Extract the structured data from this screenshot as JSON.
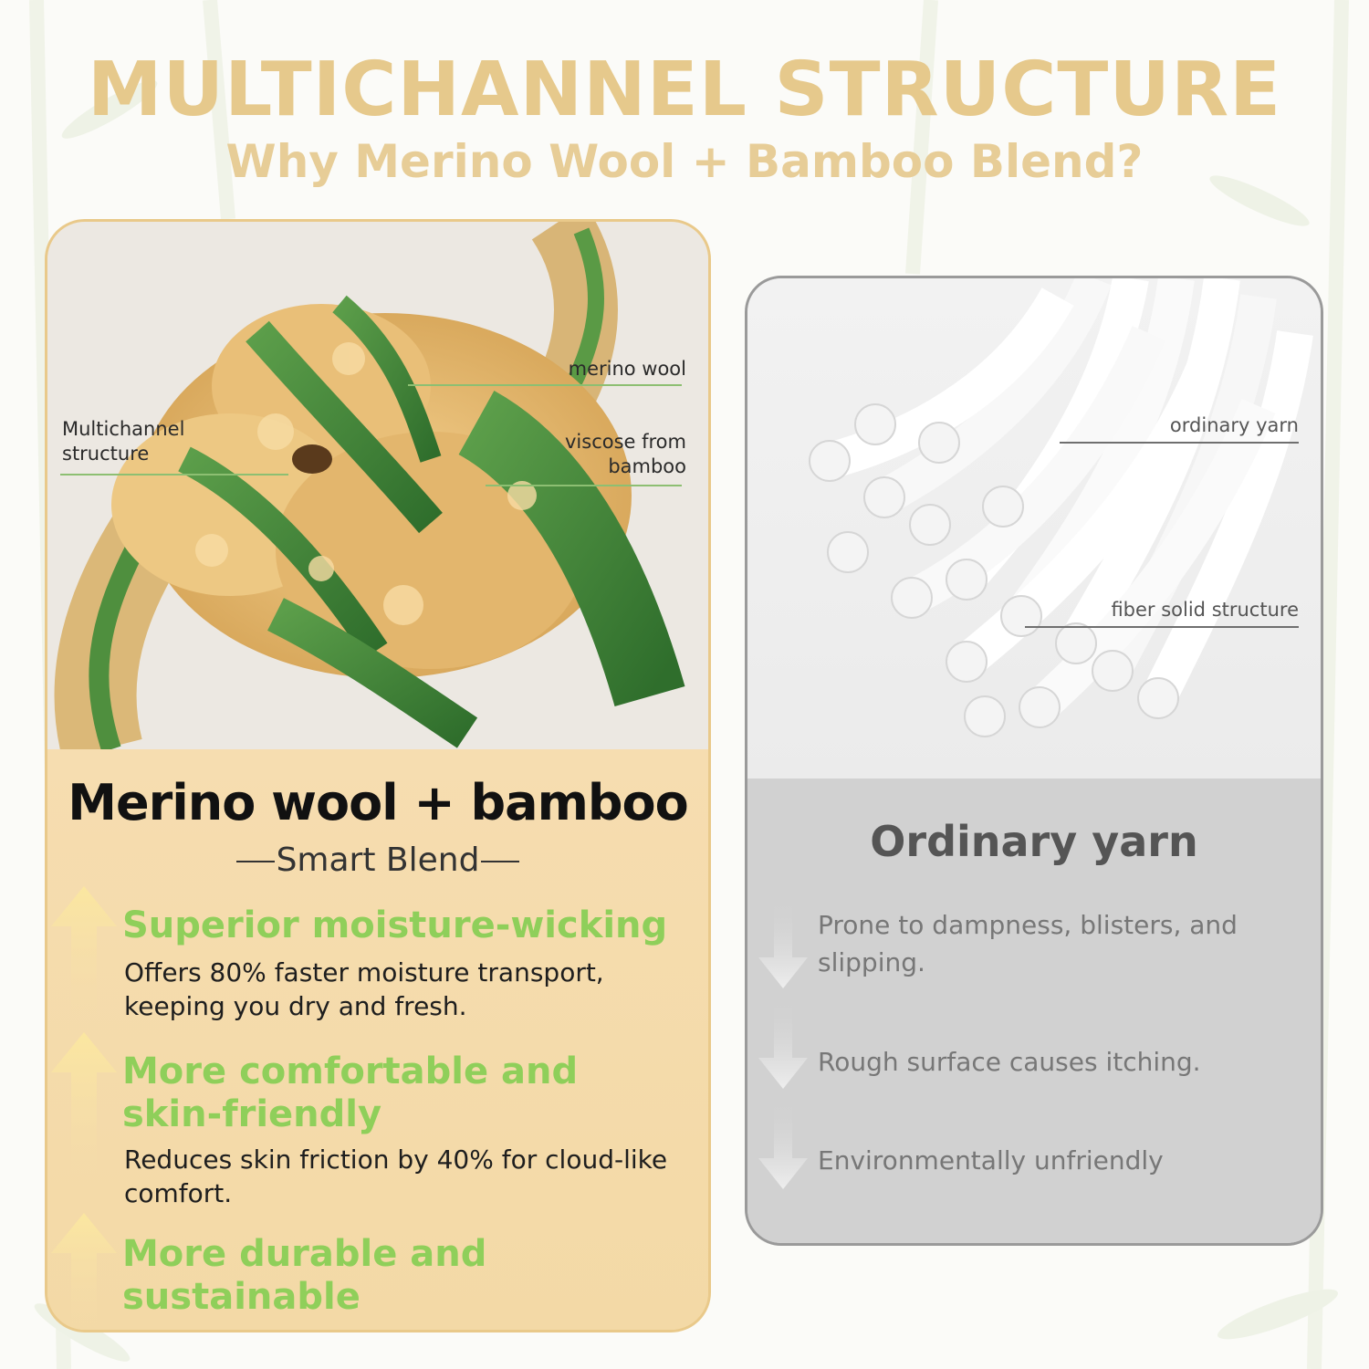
{
  "header": {
    "title": "MULTICHANNEL STRUCTURE",
    "subtitle": "Why Merino Wool + Bamboo Blend?"
  },
  "left_card": {
    "callouts": {
      "merino": "merino wool",
      "viscose_line1": "viscose from",
      "viscose_line2": "bamboo",
      "multichannel_line1": "Multichannel",
      "multichannel_line2": "structure"
    },
    "title": "Merino wool + bamboo",
    "subtitle": "Smart Blend",
    "benefits": [
      {
        "heading": "Superior moisture-wicking",
        "description": "Offers 80% faster moisture transport, keeping you dry and fresh."
      },
      {
        "heading": "More comfortable and skin-friendly",
        "description": "Reduces skin friction by 40% for cloud-like comfort."
      },
      {
        "heading": "More durable and sustainable",
        "description": ""
      }
    ]
  },
  "right_card": {
    "callouts": {
      "ordinary": "ordinary yarn",
      "solid": "fiber solid structure"
    },
    "title": "Ordinary yarn",
    "drawbacks": [
      "Prone to dampness, blisters, and slipping.",
      "Rough surface causes itching.",
      "Environmentally unfriendly"
    ]
  },
  "colors": {
    "gold_title": "#e6c98c",
    "green_heading": "#8fcf5a",
    "card_left_bg": "#f5dcaa",
    "card_right_bg": "#d2d2d2"
  }
}
